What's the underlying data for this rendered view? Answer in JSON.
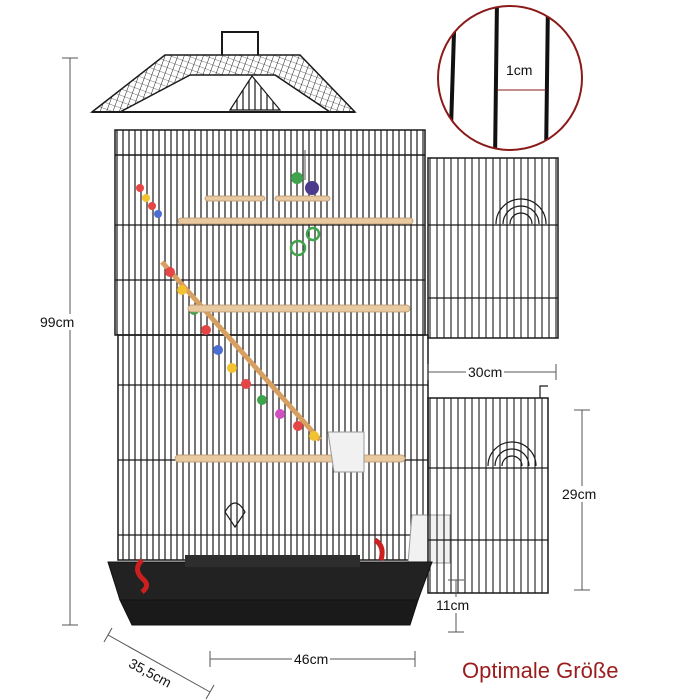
{
  "image": {
    "description_labels": {
      "height": "99cm",
      "bar_spacing": "1cm",
      "door_width": "30cm",
      "door_height": "29cm",
      "tray_height": "11cm",
      "depth": "35,5cm",
      "width": "46cm"
    },
    "caption": "Optimale Größe"
  },
  "colors": {
    "wire": "#1a1a1a",
    "tray": "#222222",
    "clip": "#cc1f1f",
    "perch": "#e8c9a0",
    "measure_line": "#555555",
    "caption": "#9b1c1c",
    "zoom_circle": "#8b1a1a"
  }
}
